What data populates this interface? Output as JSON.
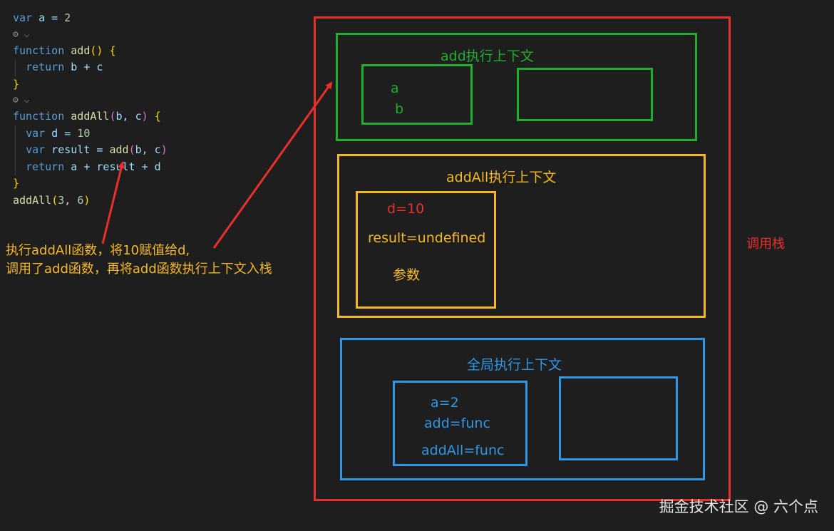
{
  "code": {
    "line1": {
      "kw": "var",
      "rest": " a = ",
      "num": "2"
    },
    "lens1": "⚙ ⌵",
    "line2": {
      "kw": "function",
      "fn": "add",
      "paren": "() ",
      "brace": "{"
    },
    "line3": {
      "kw": "return",
      "rest": " b + c"
    },
    "line4": {
      "brace": "}"
    },
    "lens2": "⚙ ⌵",
    "line5": {
      "kw": "function",
      "fn": "addAll",
      "open": "(",
      "params": "b, c",
      "close": ") ",
      "brace": "{"
    },
    "line6": {
      "kw": "var",
      "rest": " d = ",
      "num": "10"
    },
    "line7": {
      "kw": "var",
      "rest": " result = ",
      "fn": "add",
      "open": "(",
      "params": "b, c",
      "close": ")"
    },
    "line8": {
      "kw": "return",
      "rest": " a + result + d"
    },
    "line9": {
      "brace": "}"
    },
    "line10": {
      "fn": "addAll",
      "open": "(",
      "num1": "3",
      "sep": ", ",
      "num2": "6",
      "close": ")"
    }
  },
  "annotation": {
    "line1": "执行addAll函数，将10赋值给d,",
    "line2": "调用了add函数，再将add函数执行上下文入栈"
  },
  "call_stack": {
    "label": "调用栈",
    "add_context": {
      "title": "add执行上下文",
      "items": [
        "a",
        "b"
      ]
    },
    "addall_context": {
      "title": "addAll执行上下文",
      "items": [
        "d=10",
        "result=undefined",
        "参数"
      ]
    },
    "global_context": {
      "title": "全局执行上下文",
      "items": [
        "a=2",
        "add=func",
        "addAll=func"
      ]
    }
  },
  "watermark": "掘金技术社区 @ 六个点",
  "colors": {
    "stack": "#e8302a",
    "add": "#1fae2e",
    "addall": "#f6b923",
    "global": "#2d97e8",
    "arrow": "#e8302a"
  }
}
